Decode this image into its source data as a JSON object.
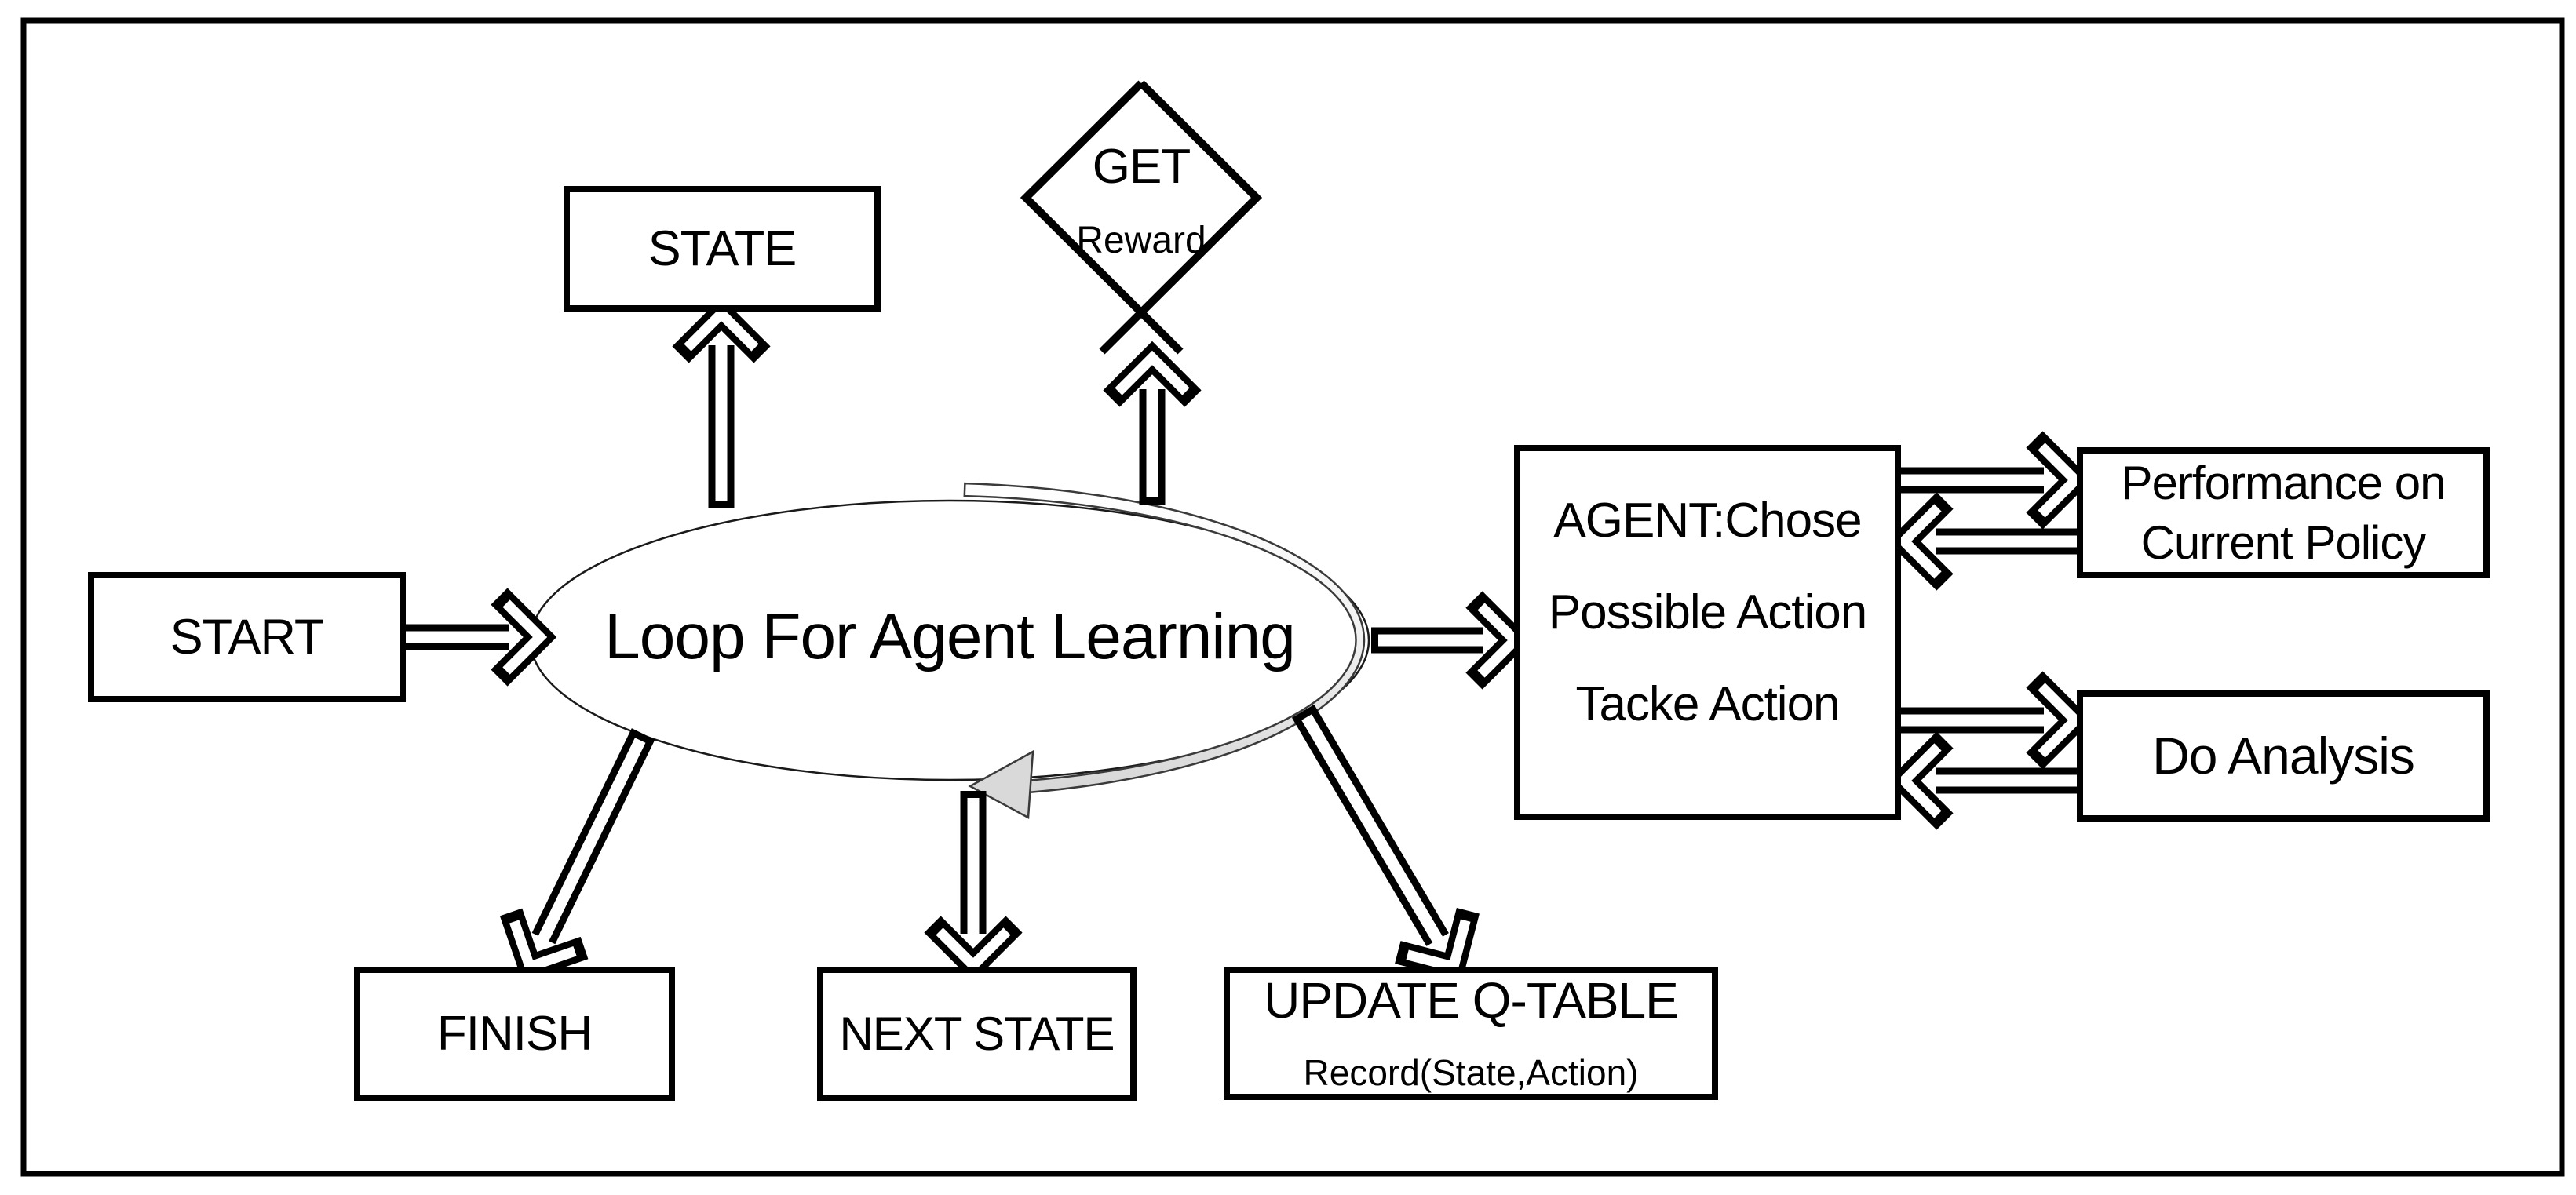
{
  "nodes": {
    "start": {
      "label": "START"
    },
    "state": {
      "label": "STATE"
    },
    "get_reward": {
      "title": "GET",
      "subtitle": "Reward"
    },
    "loop": {
      "label": "Loop For Agent Learning"
    },
    "agent": {
      "lines": [
        "AGENT:Chose",
        "Possible Action",
        "Tacke Action"
      ]
    },
    "performance": {
      "lines": [
        "Performance on",
        "Current Policy"
      ]
    },
    "do_analysis": {
      "label": "Do Analysis"
    },
    "finish": {
      "label": "FINISH"
    },
    "next_state": {
      "label": "NEXT STATE"
    },
    "update_q_table": {
      "title": "UPDATE Q-TABLE",
      "subtitle": "Record(State,Action)"
    }
  },
  "connections": [
    {
      "from": "start",
      "to": "loop"
    },
    {
      "from": "loop",
      "to": "state"
    },
    {
      "from": "loop",
      "to": "get_reward"
    },
    {
      "from": "loop",
      "to": "agent"
    },
    {
      "from": "agent",
      "to": "performance"
    },
    {
      "from": "performance",
      "to": "agent"
    },
    {
      "from": "agent",
      "to": "do_analysis"
    },
    {
      "from": "do_analysis",
      "to": "agent"
    },
    {
      "from": "loop",
      "to": "finish"
    },
    {
      "from": "loop",
      "to": "next_state"
    },
    {
      "from": "loop",
      "to": "update_q_table"
    },
    {
      "from": "loop",
      "to": "loop"
    }
  ],
  "colors": {
    "ink": "#000000",
    "shape_fill": "#ffffff",
    "cycle_arrow_fill": "#d9d9d9"
  }
}
